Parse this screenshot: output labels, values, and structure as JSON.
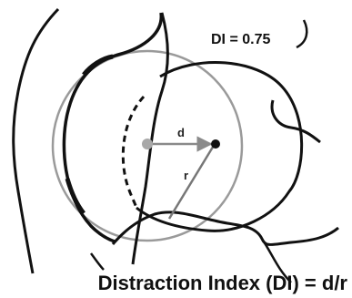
{
  "figure": {
    "di_value_label": "DI = 0.75",
    "d_label": "d",
    "r_label": "r",
    "formula_caption": "Distraction Index (DI) = d/r"
  },
  "colors": {
    "outline": "#111111",
    "acetabulum_circle": "#9a9a9a",
    "d_arrow": "#8a8a8a",
    "r_line": "#777777",
    "center_dot_gray": "#a8a8a8",
    "center_dot_black": "#111111"
  }
}
